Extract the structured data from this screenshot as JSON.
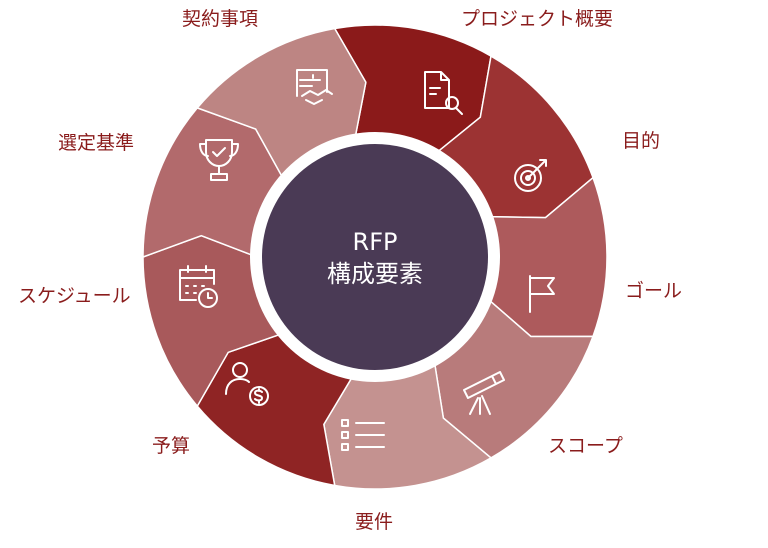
{
  "center": {
    "title": "RFP",
    "subtitle": "構成要素"
  },
  "segments": [
    {
      "label": "プロジェクト概要",
      "icon": "document-search-icon",
      "color": "#8b1a1a"
    },
    {
      "label": "目的",
      "icon": "target-arrow-icon",
      "color": "#9c3333"
    },
    {
      "label": "ゴール",
      "icon": "flag-icon",
      "color": "#ad5a5c"
    },
    {
      "label": "スコープ",
      "icon": "telescope-icon",
      "color": "#b87b7b"
    },
    {
      "label": "要件",
      "icon": "checklist-icon",
      "color": "#c49290"
    },
    {
      "label": "予算",
      "icon": "person-dollar-icon",
      "color": "#8f2424"
    },
    {
      "label": "スケジュール",
      "icon": "calendar-clock-icon",
      "color": "#a8595b"
    },
    {
      "label": "選定基準",
      "icon": "trophy-icon",
      "color": "#b26a6c"
    },
    {
      "label": "契約事項",
      "icon": "contract-handshake-icon",
      "color": "#bd8583"
    }
  ],
  "colors": {
    "center_fill": "#4a3a55",
    "ring_gap": "#ffffff",
    "label_text": "#8a1c1c"
  }
}
